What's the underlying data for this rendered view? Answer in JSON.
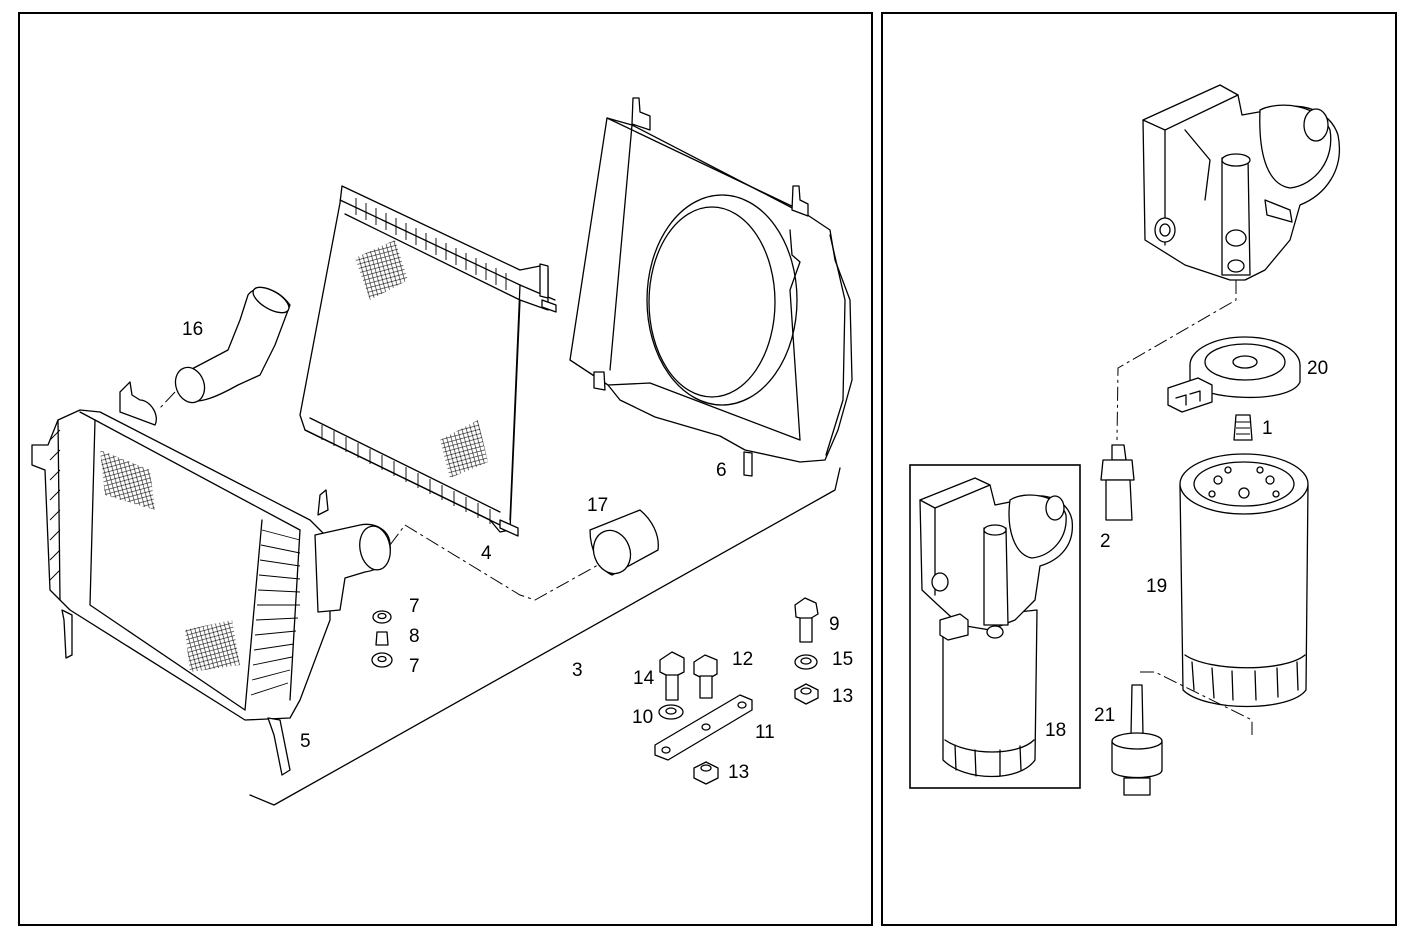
{
  "callouts": {
    "p1": "1",
    "p2": "2",
    "p3": "3",
    "p4": "4",
    "p5": "5",
    "p6": "6",
    "p7a": "7",
    "p7b": "7",
    "p8": "8",
    "p9": "9",
    "p10": "10",
    "p11": "11",
    "p12": "12",
    "p13a": "13",
    "p13b": "13",
    "p14": "14",
    "p15": "15",
    "p16": "16",
    "p17": "17",
    "p18": "18",
    "p19": "19",
    "p20": "20",
    "p21": "21"
  }
}
